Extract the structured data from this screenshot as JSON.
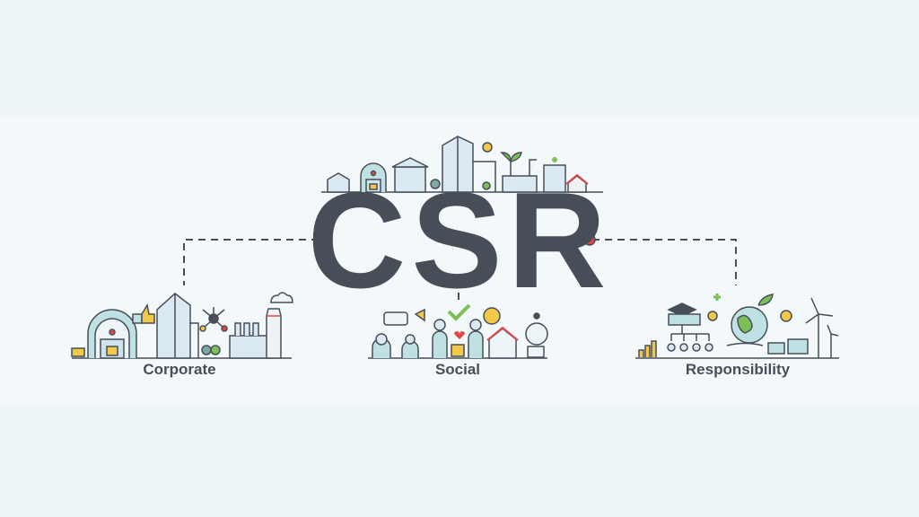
{
  "title": "CSR",
  "pillars": [
    {
      "label": "Corporate"
    },
    {
      "label": "Social"
    },
    {
      "label": "Responsibility"
    }
  ],
  "colors": {
    "text": "#474e57",
    "accent_dot": "#e04848",
    "line": "#474e57",
    "building_fill": "#dbe9f2",
    "teal": "#7fc4c9",
    "green": "#7cbf56",
    "yellow": "#f2c84b"
  }
}
